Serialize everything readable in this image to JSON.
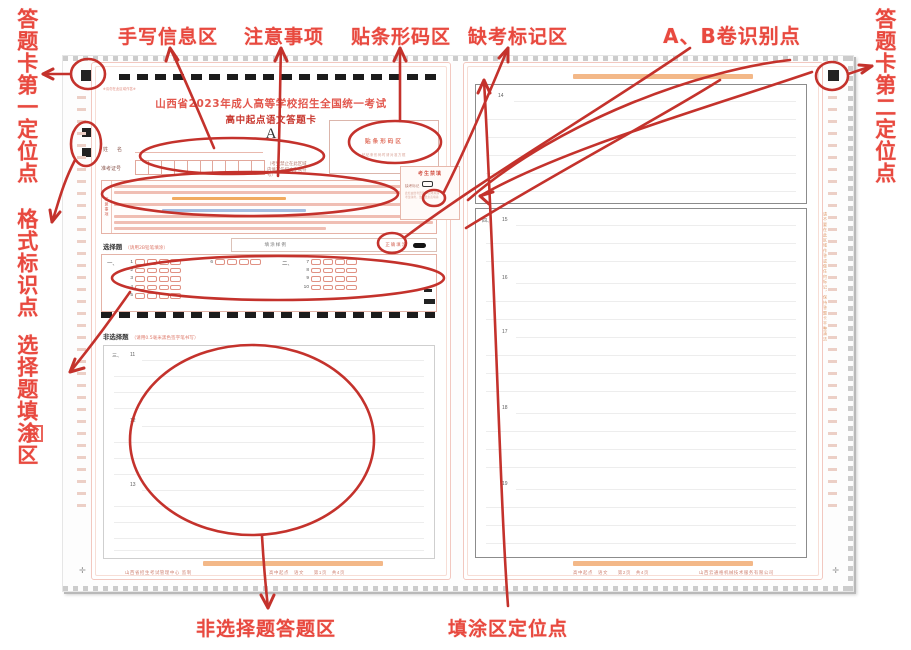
{
  "annotations": {
    "top": [
      {
        "text": "手写信息区"
      },
      {
        "text": "注意事项"
      },
      {
        "text": "贴条形码区"
      },
      {
        "text": "缺考标记区"
      },
      {
        "text": "A、B卷识别点"
      }
    ],
    "left": [
      {
        "text": "答题卡第一定位点"
      },
      {
        "text": "格式标识点"
      },
      {
        "text": "选择题填涂区"
      }
    ],
    "right": [
      {
        "text": "答题卡第二定位点"
      }
    ],
    "bottom": [
      {
        "text": "非选择题答题区"
      },
      {
        "text": "填涂区定位点"
      }
    ]
  },
  "sheet": {
    "page1": {
      "micro_text": "※请勿在此区域作答※",
      "title_line1": "山西省2023年成人高等学校招生全国统一考试",
      "title_line2": "高中起点语文答题卡",
      "ab_mark": "A",
      "name_label": "姓　名",
      "exam_no_label": "准考证号",
      "paren_note": "（考生禁止在此区域\n内填写任何文字或符号）",
      "barcode": {
        "title": "贴条形码区",
        "sub": "粘贴条形码时请对准方框"
      },
      "notice": {
        "side_label": "注意事项",
        "lines": [
          {
            "style": "normal"
          },
          {
            "style": "normal"
          },
          {
            "style": "hl"
          },
          {
            "style": "normal"
          },
          {
            "style": "blue"
          },
          {
            "style": "normal"
          },
          {
            "style": "normal"
          },
          {
            "style": "normal"
          }
        ]
      },
      "mc_section": {
        "title": "选择题",
        "hint": "（请用2B铅笔填涂）",
        "sample_label": "填涂样例",
        "correct_label": "正确填涂",
        "roman_left": "一、",
        "roman_right": "二、",
        "options": [
          "A",
          "B",
          "C",
          "D"
        ],
        "left_numbers": [
          "1",
          "2",
          "3",
          "4",
          "5"
        ],
        "mid_numbers": [
          "6",
          "7",
          "8",
          "9",
          "10"
        ],
        "right_numbers": [
          "7",
          "8",
          "9",
          "10"
        ]
      },
      "free_section": {
        "title": "非选择题",
        "hint": "（请用0.5毫米黑色签字笔书写）",
        "roman": "三、",
        "questions": [
          "11",
          "12",
          "13"
        ]
      },
      "footer": {
        "left": "山西省招生考试管理中心 监制",
        "center": "高中起点　语文　　第1页　共4页"
      },
      "warn_text": "请在各题目的答题区域内作答，超出黑色边框区域的答案无效"
    },
    "page2": {
      "warn_top": "请在各题目的答题区域内作答，超出黑色边框区域的答案无效",
      "warn_bottom": "请在各题目的答题区域内作答，超出黑色边框区域的答案无效",
      "questions": [
        {
          "num": "14",
          "roman": ""
        },
        {
          "num": "15",
          "roman": "四、"
        },
        {
          "num": "16",
          "roman": ""
        },
        {
          "num": "17",
          "roman": ""
        },
        {
          "num": "18",
          "roman": ""
        },
        {
          "num": "19",
          "roman": ""
        }
      ],
      "side_warn": "请不要在此区域作答或做任何标记，保持答题卡平整清洁",
      "footer": {
        "center": "高中起点　语文　　第2页　共4页",
        "right": "山西云通格机械技术服务有限公司"
      }
    },
    "forbid_box": {
      "title": "考生禁填",
      "label": "缺考标记",
      "note": "此栏由监考员用2B铅笔填涂\n考生缺考，监考员负责填涂"
    }
  },
  "colors": {
    "annotation": "#e8493f",
    "sheet_red": "#c8382f",
    "frame": "#f2c8c0",
    "highlight_orange": "#f0a24f"
  }
}
